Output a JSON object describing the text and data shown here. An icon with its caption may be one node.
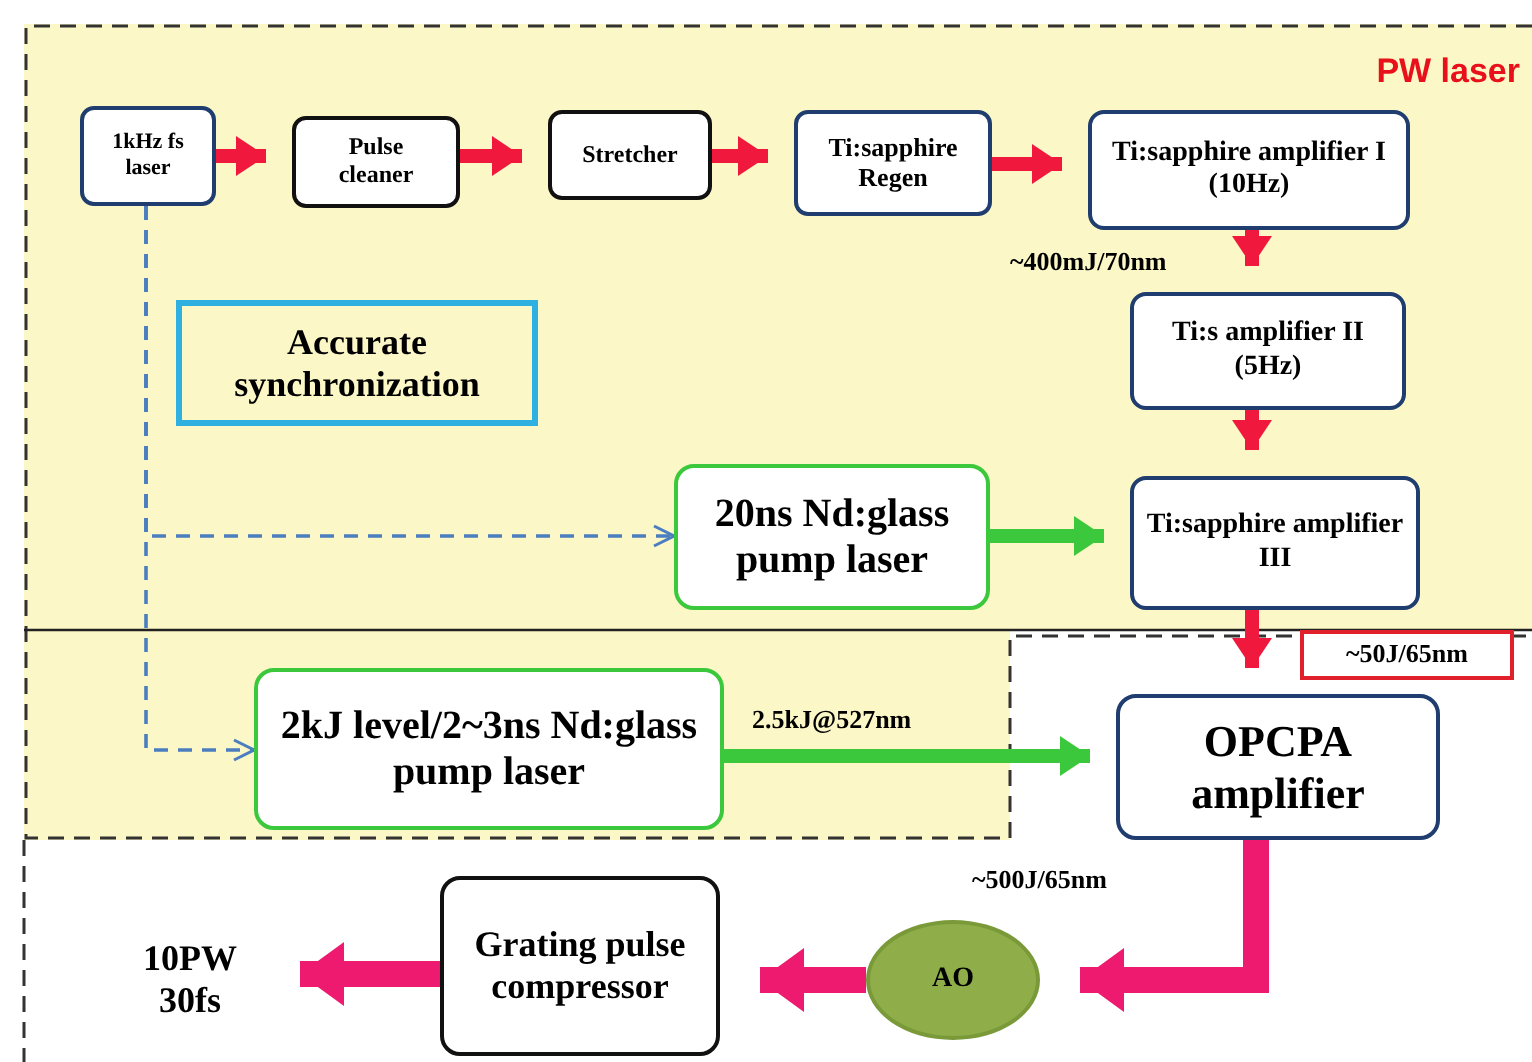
{
  "diagram": {
    "nodes": [
      {
        "text": [
          "PW laser"
        ]
      },
      {
        "text": [
          "1kHz fs laser"
        ],
        "in": 0
      },
      {
        "text": [
          "Pulse cleaner"
        ],
        "in": 0
      },
      {
        "text": [
          "Stretcher"
        ],
        "in": 0
      },
      {
        "text": [
          "Ti:sapphire Regen"
        ],
        "in": 0
      },
      {
        "text": [
          "Ti:sapphire amplifier I (10Hz)"
        ],
        "in": 0
      },
      {
        "text": [
          "Ti:s amplifier II (5Hz)"
        ],
        "in": 0
      },
      {
        "text": [
          "Accurate synchronization"
        ],
        "in": 0
      },
      {
        "text": [
          "20ns Nd:glass pump laser"
        ],
        "in": 0
      },
      {
        "text": [
          "Ti:sapphire amplifier III"
        ],
        "in": 0
      },
      {
        "text": [
          "~50J/65nm"
        ]
      },
      {
        "text": [
          "2kJ level/2~3ns Nd:glass pump laser"
        ],
        "in": 0
      },
      {
        "text": [
          "OPCPA amplifier"
        ]
      },
      {
        "text": [
          "10PW 30fs"
        ]
      },
      {
        "text": [
          "Grating pulse compressor"
        ]
      },
      {
        "text": [
          "AO"
        ]
      }
    ],
    "edges": [
      {
        "from": 1,
        "to": 2,
        "arrow": "to"
      },
      {
        "from": 2,
        "to": 3,
        "arrow": "to"
      },
      {
        "from": 3,
        "to": 4,
        "arrow": "to"
      },
      {
        "from": 4,
        "to": 5,
        "arrow": "to"
      },
      {
        "from": 5,
        "to": 6,
        "arrow": "to",
        "label": "~400mJ/70nm"
      },
      {
        "from": 6,
        "to": 9,
        "arrow": "to"
      },
      {
        "from": 1,
        "to": 8,
        "arrow": "to",
        "style": "dashed",
        "color": "#4a7ec0"
      },
      {
        "from": 8,
        "to": 9,
        "arrow": "to",
        "color": "#3cc83c"
      },
      {
        "from": 9,
        "to": 12,
        "arrow": "to"
      },
      {
        "from": 1,
        "to": 11,
        "arrow": "to",
        "style": "dashed",
        "color": "#4a7ec0"
      },
      {
        "from": 11,
        "to": 12,
        "arrow": "to",
        "label": "2.5kJ@527nm",
        "color": "#3cc83c"
      },
      {
        "from": 12,
        "to": 15,
        "arrow": "to",
        "label": "~500J/65nm",
        "style": "thick",
        "color": "#ee1a70"
      },
      {
        "from": 15,
        "to": 14,
        "arrow": "to",
        "style": "thick",
        "color": "#ee1a70"
      },
      {
        "from": 14,
        "to": 13,
        "arrow": "to",
        "style": "thick",
        "color": "#ee1a70"
      }
    ]
  }
}
